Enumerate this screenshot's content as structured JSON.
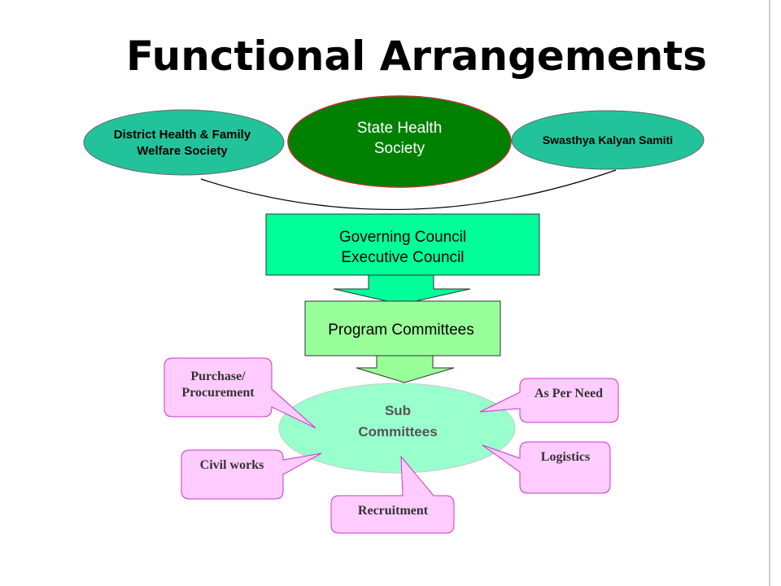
{
  "title": "Functional Arrangements",
  "top_nodes": {
    "left": [
      "District Health & Family",
      "Welfare Society"
    ],
    "center": [
      "State Health",
      "Society"
    ],
    "right": [
      "Swasthya Kalyan Samiti"
    ]
  },
  "council": [
    "Governing Council",
    "Executive Council"
  ],
  "program": "Program Committees",
  "sub": [
    "Sub",
    "Committees"
  ],
  "callouts": {
    "purchase": [
      "Purchase/",
      "Procurement"
    ],
    "civil": "Civil works",
    "recruitment": "Recruitment",
    "need": "As Per Need",
    "logistics": "Logistics"
  },
  "colors": {
    "teal": "#22c39a",
    "green_dark": "#008000",
    "aqua": "#00ff99",
    "light_green": "#99ff99",
    "mint": "#99ffcc",
    "pink": "#ffccff",
    "magenta": "#cc33cc"
  }
}
